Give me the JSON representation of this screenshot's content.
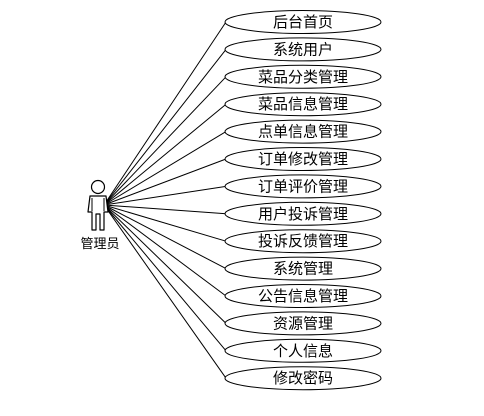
{
  "actor": {
    "label": "管理员",
    "icon": "stick-figure-icon"
  },
  "use_cases": [
    {
      "id": "dashboard",
      "label": "后台首页"
    },
    {
      "id": "system-users",
      "label": "系统用户"
    },
    {
      "id": "dish-category",
      "label": "菜品分类管理"
    },
    {
      "id": "dish-info",
      "label": "菜品信息管理"
    },
    {
      "id": "order-point",
      "label": "点单信息管理"
    },
    {
      "id": "order-edit",
      "label": "订单修改管理"
    },
    {
      "id": "order-review",
      "label": "订单评价管理"
    },
    {
      "id": "user-complaint",
      "label": "用户投诉管理"
    },
    {
      "id": "complaint-feedback",
      "label": "投诉反馈管理"
    },
    {
      "id": "system-manage",
      "label": "系统管理"
    },
    {
      "id": "announcement",
      "label": "公告信息管理"
    },
    {
      "id": "resources",
      "label": "资源管理"
    },
    {
      "id": "personal-info",
      "label": "个人信息"
    },
    {
      "id": "change-password",
      "label": "修改密码"
    }
  ],
  "colors": {
    "stroke": "#000000",
    "ellipse_fill": "#ffffff",
    "actor_fill": "#ffffff"
  }
}
